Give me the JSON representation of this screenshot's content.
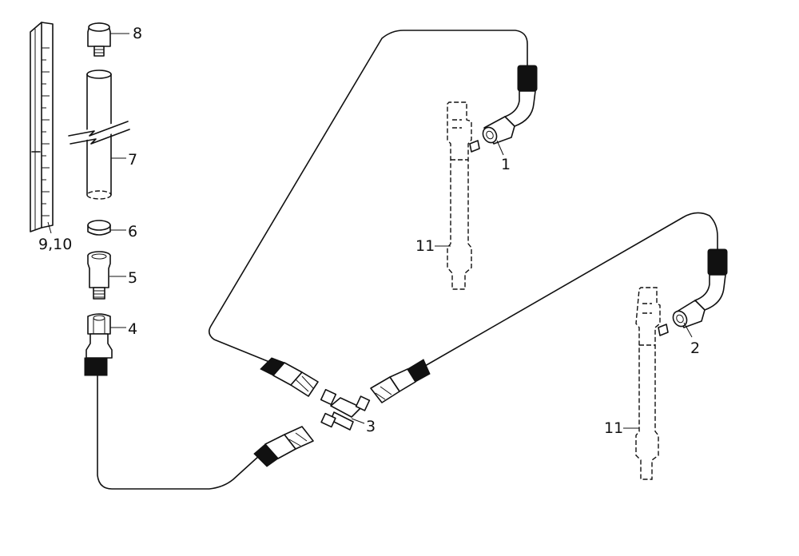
{
  "labels": {
    "p1": "1",
    "p2": "2",
    "p3": "3",
    "p4": "4",
    "p5": "5",
    "p6": "6",
    "p7": "7",
    "p8": "8",
    "p910": "9,10",
    "p11a": "11",
    "p11b": "11"
  }
}
